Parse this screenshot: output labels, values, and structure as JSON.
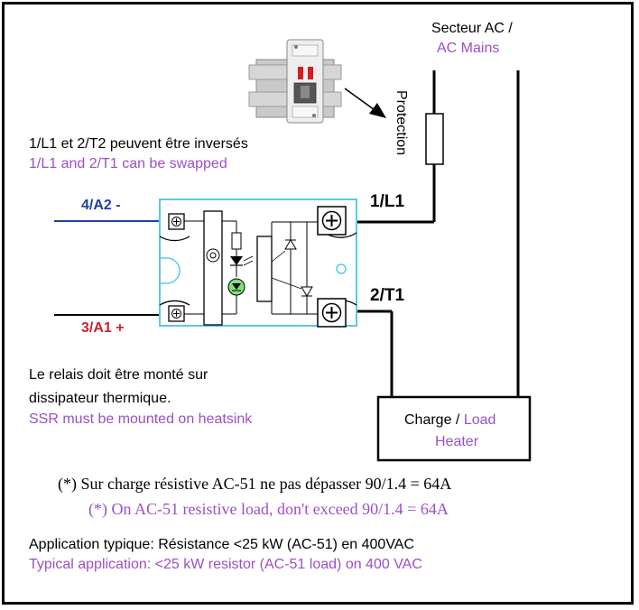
{
  "mains": {
    "label_fr": "Secteur AC /",
    "label_en": "AC Mains"
  },
  "protection": {
    "label": "Protection"
  },
  "swap_note": {
    "fr": "1/L1 et 2/T2 peuvent être inversés",
    "en": "1/L1 and 2/T1 can be swapped"
  },
  "terminals": {
    "a2": "4/A2 -",
    "a1": "3/A1 +",
    "l1": "1/L1",
    "t1": "2/T1"
  },
  "heatsink_note": {
    "fr_line1": "Le relais doit être monté sur",
    "fr_line2": "dissipateur thermique.",
    "en": "SSR must be mounted on heatsink"
  },
  "load": {
    "line1_fr": "Charge / ",
    "line1_en": "Load",
    "line2_en": "Heater"
  },
  "resistive_note": {
    "fr": "(*) Sur charge résistive AC-51 ne pas dépasser 90/1.4 = 64A",
    "en": "(*) On AC-51 resistive load,  don't exceed 90/1.4 = 64A"
  },
  "application": {
    "fr": "Application typique: Résistance <25 kW (AC-51) en 400VAC",
    "en": "Typical application: <25 kW resistor (AC-51 load) on 400 VAC"
  },
  "colors": {
    "purple": "#9b4fc6",
    "blue": "#1f3fa3",
    "red": "#c8242a",
    "ssr_border": "#5bc8e8",
    "led_green": "#7fe07a"
  }
}
